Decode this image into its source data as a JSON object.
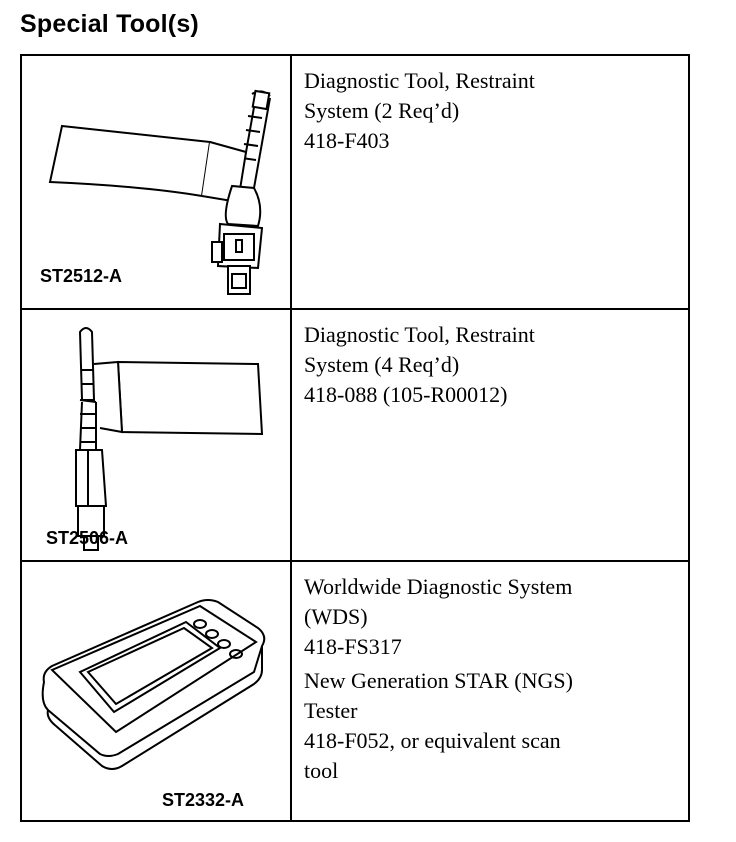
{
  "heading": "Special Tool(s)",
  "tools": [
    {
      "code": "ST2512-A",
      "icon": "restraint-diagnostic-tool-icon",
      "lines": [
        "Diagnostic Tool, Restraint",
        "System (2 Req’d)",
        "418-F403"
      ]
    },
    {
      "code": "ST2506-A",
      "icon": "restraint-diagnostic-tool-icon",
      "lines": [
        "Diagnostic Tool, Restraint",
        "System (4 Req’d)",
        "418-088 (105-R00012)"
      ]
    },
    {
      "code": "ST2332-A",
      "icon": "scan-tool-icon",
      "lines": [
        "Worldwide Diagnostic System",
        "(WDS)",
        "418-FS317"
      ],
      "lines2": [
        "New Generation STAR (NGS)",
        "Tester",
        "418-F052, or equivalent scan",
        "tool"
      ]
    }
  ]
}
